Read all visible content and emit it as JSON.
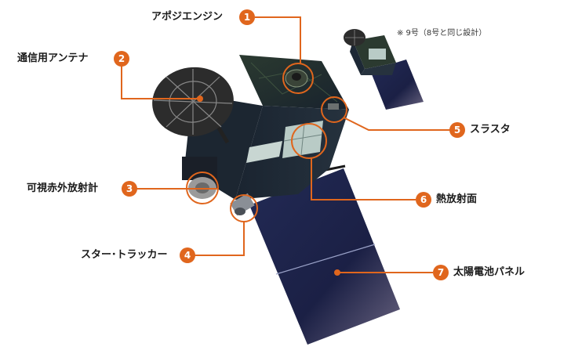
{
  "note": "※ 9号（8号と同じ設計）",
  "callouts": [
    {
      "num": "1",
      "label": "アポジエンジン"
    },
    {
      "num": "2",
      "label": "通信用アンテナ"
    },
    {
      "num": "3",
      "label": "可視赤外放射計"
    },
    {
      "num": "4",
      "label": "スター･トラッカー"
    },
    {
      "num": "5",
      "label": "スラスタ"
    },
    {
      "num": "6",
      "label": "熱放射面"
    },
    {
      "num": "7",
      "label": "太陽電池パネル"
    }
  ],
  "colors": {
    "accent": "#e0661d",
    "panel": "#1a1f3e",
    "body": "#1d2835",
    "dish": "#2a2a2a"
  }
}
